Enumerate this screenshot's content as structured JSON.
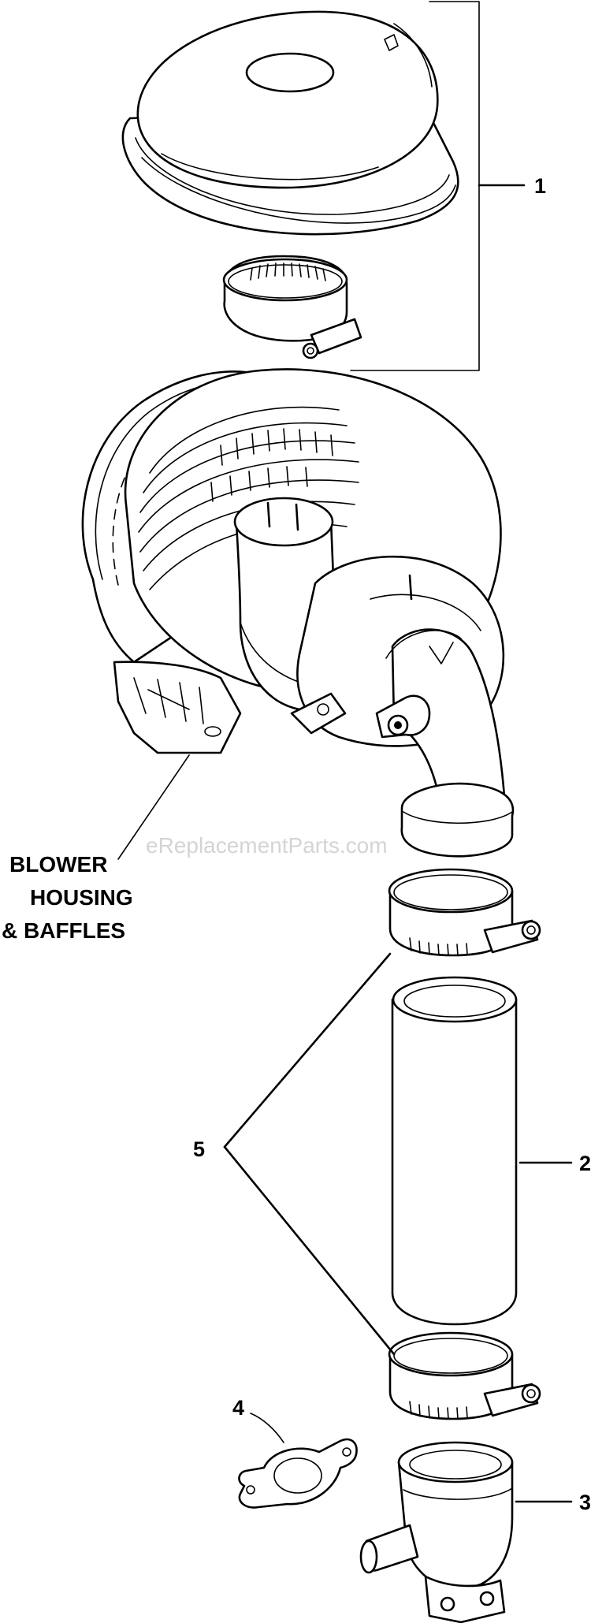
{
  "watermark": "eReplacementParts.com",
  "callouts": [
    {
      "id": "1",
      "label": "1"
    },
    {
      "id": "2",
      "label": "2"
    },
    {
      "id": "3",
      "label": "3"
    },
    {
      "id": "4",
      "label": "4"
    },
    {
      "id": "5",
      "label": "5"
    }
  ],
  "blower_caption": {
    "line1": "BLOWER",
    "line2": "HOUSING",
    "line3": "& BAFFLES"
  }
}
